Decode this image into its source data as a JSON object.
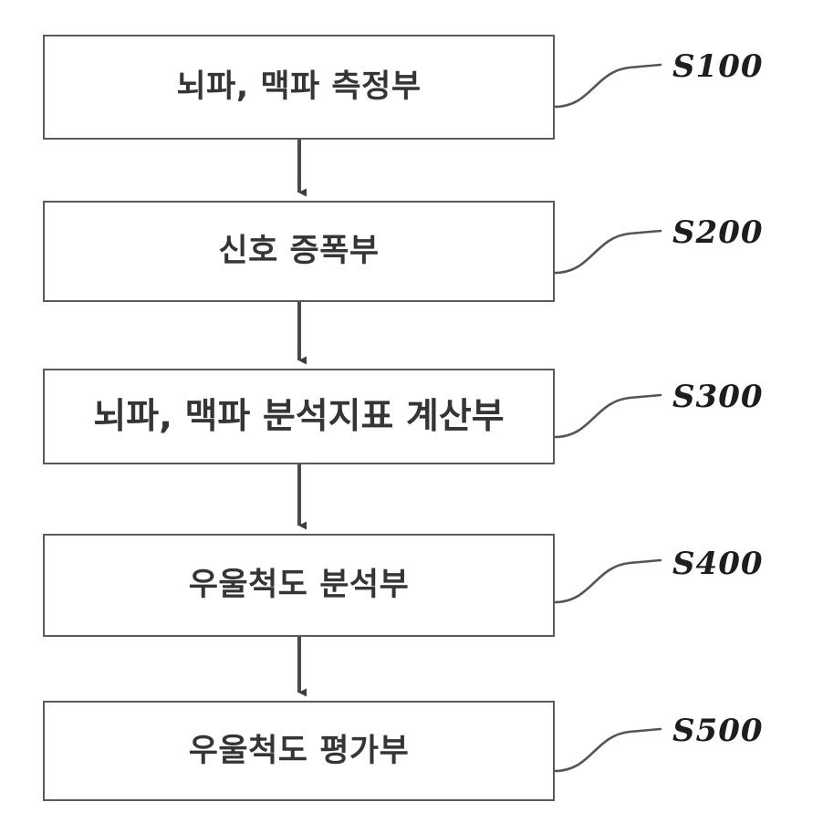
{
  "figure": {
    "kind": "patent-flowchart",
    "orientation": "vertical",
    "background_color": "#ffffff",
    "box_border_color": "#5a5a5a",
    "text_color": "#353535",
    "ref_text_color": "#1d1d1d",
    "arrow_color": "#4a4a4a"
  },
  "nodes": [
    {
      "id": "s100",
      "label": "뇌파, 맥파 측정부",
      "ref": "S100",
      "text_size": "normal"
    },
    {
      "id": "s200",
      "label": "신호 증폭부",
      "ref": "S200",
      "text_size": "normal"
    },
    {
      "id": "s300",
      "label": "뇌파, 맥파 분석지표 계산부",
      "ref": "S300",
      "text_size": "wide"
    },
    {
      "id": "s400",
      "label": "우울척도 분석부",
      "ref": "S400",
      "text_size": "normal"
    },
    {
      "id": "s500",
      "label": "우울척도 평가부",
      "ref": "S500",
      "text_size": "normal"
    }
  ],
  "connectors": [
    {
      "id": "arrow-1",
      "from": "s100",
      "to": "s200"
    },
    {
      "id": "arrow-2",
      "from": "s200",
      "to": "s300"
    },
    {
      "id": "arrow-3",
      "from": "s300",
      "to": "s400"
    },
    {
      "id": "arrow-4",
      "from": "s400",
      "to": "s500"
    }
  ]
}
